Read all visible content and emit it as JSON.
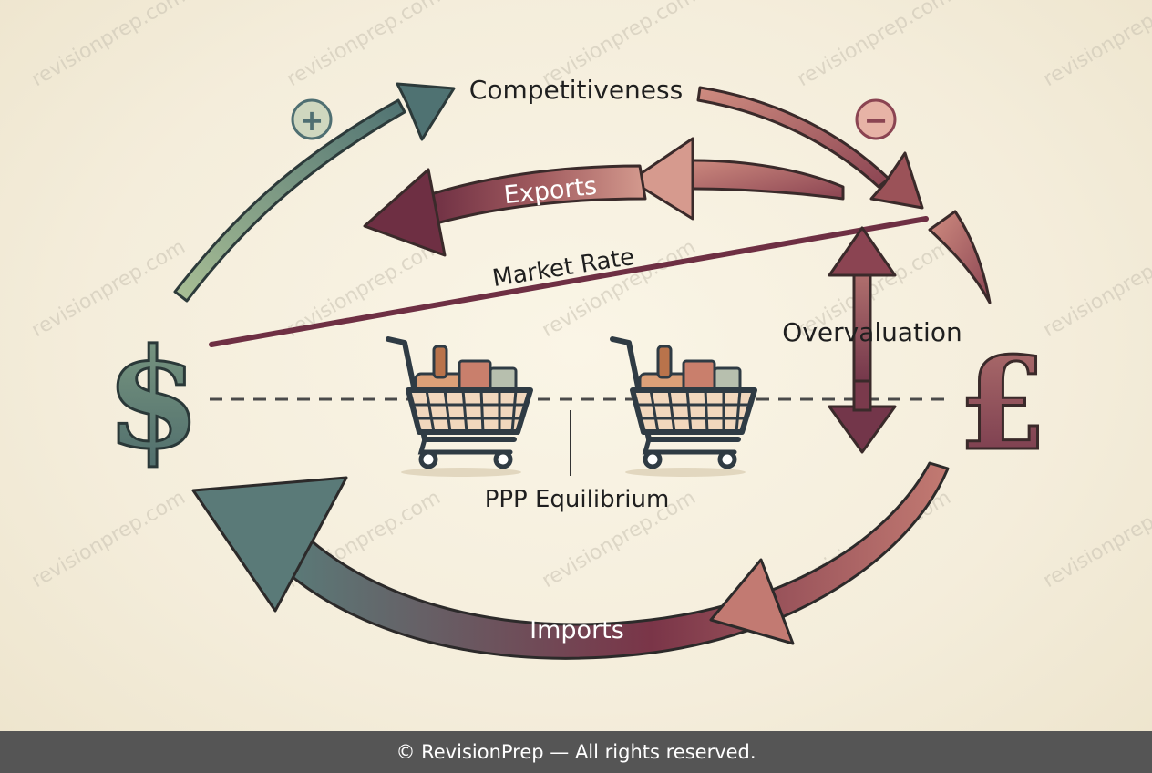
{
  "labels": {
    "competitiveness": "Competitiveness",
    "exports": "Exports",
    "market_rate": "Market Rate",
    "overvaluation": "Overvaluation",
    "ppp_equilibrium": "PPP Equilibrium",
    "imports": "Imports"
  },
  "signs": {
    "plus": "+",
    "minus": "−"
  },
  "currencies": {
    "left": "$",
    "right": "£"
  },
  "watermark": "revisionprep.com",
  "footer": "© RevisionPrep — All rights reserved.",
  "icons": [
    "plus-icon",
    "minus-icon",
    "dollar-icon",
    "pound-icon",
    "shopping-cart-icon"
  ],
  "colors": {
    "green": "#7f9c86",
    "teal": "#4f6f72",
    "maroon": "#6e2f43",
    "rose": "#c27a72",
    "background": "#f6f0df",
    "footer": "#555555"
  }
}
